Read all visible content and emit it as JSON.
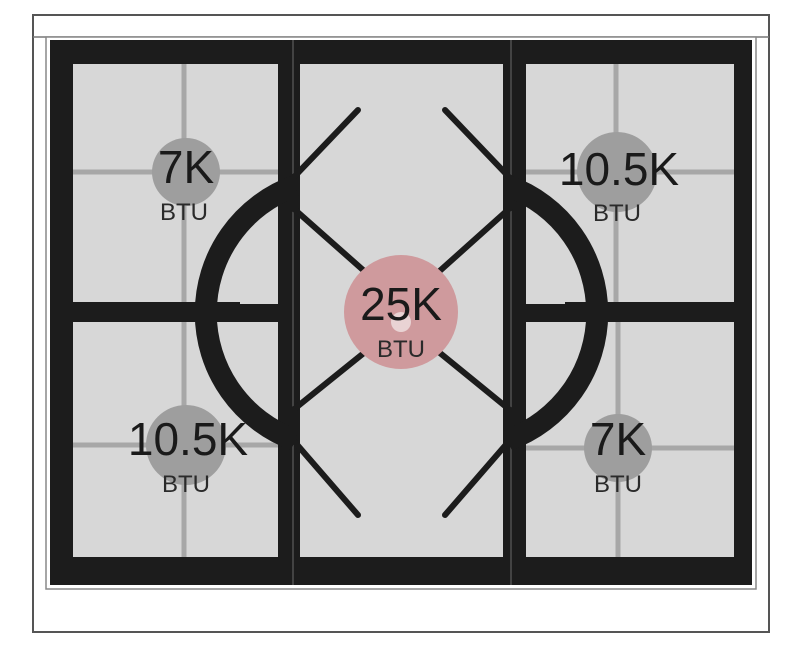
{
  "cooktop": {
    "burners": [
      {
        "position": "top-left",
        "rating": "7K",
        "unit": "BTU",
        "color": "#9e9e9e"
      },
      {
        "position": "top-right",
        "rating": "10.5K",
        "unit": "BTU",
        "color": "#9e9e9e"
      },
      {
        "position": "center",
        "rating": "25K",
        "unit": "BTU",
        "color": "#cf9a9d"
      },
      {
        "position": "bottom-left",
        "rating": "10.5K",
        "unit": "BTU",
        "color": "#9e9e9e"
      },
      {
        "position": "bottom-right",
        "rating": "7K",
        "unit": "BTU",
        "color": "#9e9e9e"
      }
    ],
    "colors": {
      "grate": "#1c1c1c",
      "surface": "#d7d7d7",
      "outline": "#555555"
    }
  }
}
